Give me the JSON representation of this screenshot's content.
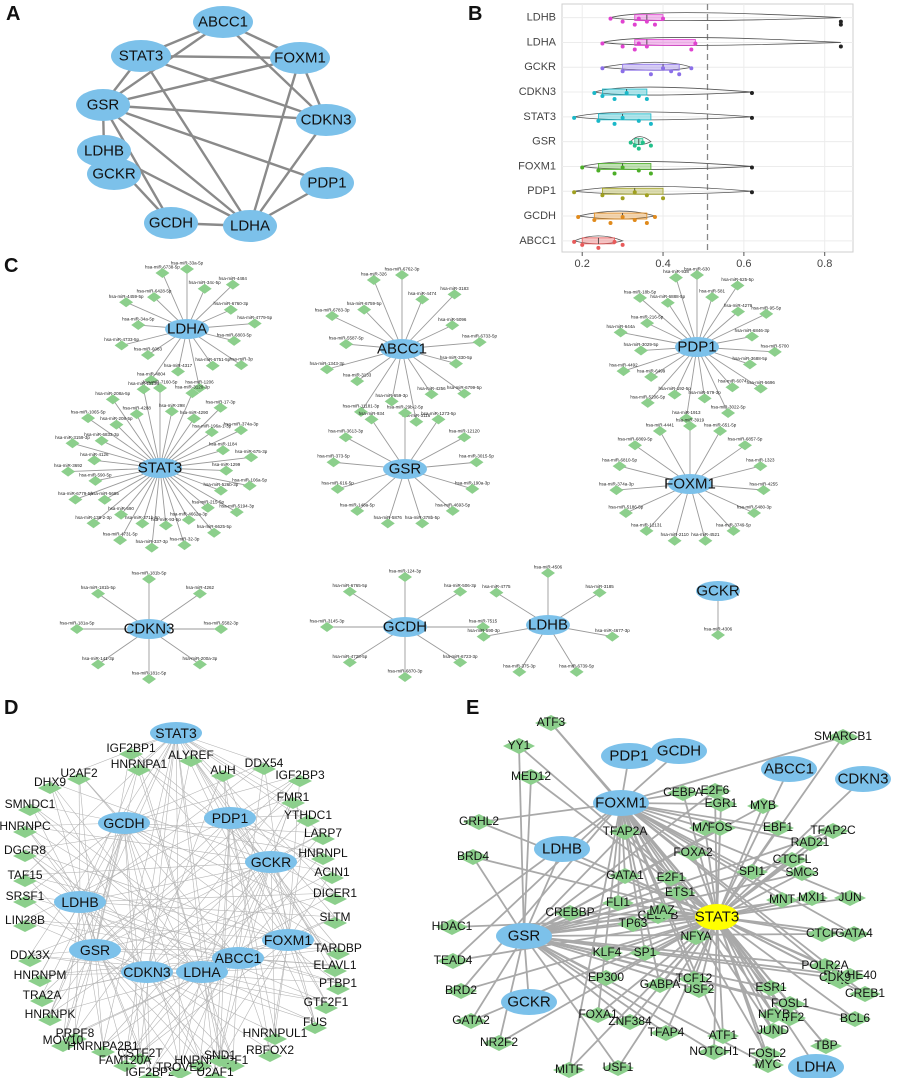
{
  "panels": [
    "A",
    "B",
    "C",
    "D",
    "E"
  ],
  "panelA": {
    "genes": [
      "ABCC1",
      "FOXM1",
      "CDKN3",
      "PDP1",
      "LDHA",
      "GCDH",
      "GCKR",
      "LDHB",
      "GSR",
      "STAT3"
    ],
    "edges": [
      [
        "ABCC1",
        "STAT3"
      ],
      [
        "ABCC1",
        "FOXM1"
      ],
      [
        "ABCC1",
        "GSR"
      ],
      [
        "ABCC1",
        "CDKN3"
      ],
      [
        "STAT3",
        "FOXM1"
      ],
      [
        "STAT3",
        "GSR"
      ],
      [
        "STAT3",
        "LDHA"
      ],
      [
        "STAT3",
        "CDKN3"
      ],
      [
        "FOXM1",
        "CDKN3"
      ],
      [
        "FOXM1",
        "LDHA"
      ],
      [
        "FOXM1",
        "GSR"
      ],
      [
        "CDKN3",
        "LDHA"
      ],
      [
        "CDKN3",
        "GSR"
      ],
      [
        "PDP1",
        "LDHA"
      ],
      [
        "GSR",
        "LDHB"
      ],
      [
        "GSR",
        "PDP1"
      ],
      [
        "GSR",
        "GCDH"
      ],
      [
        "GSR",
        "LDHA"
      ],
      [
        "LDHB",
        "LDHA"
      ],
      [
        "LDHB",
        "GCDH"
      ],
      [
        "GCDH",
        "LDHA"
      ]
    ]
  },
  "panelB": {
    "chart_data": {
      "type": "scatter",
      "categories": [
        "LDHB",
        "LDHA",
        "GCKR",
        "CDKN3",
        "STAT3",
        "GSR",
        "FOXM1",
        "PDP1",
        "GCDH",
        "ABCC1"
      ],
      "xticks": [
        "0.2",
        "0.4",
        "0.6",
        "0.8"
      ],
      "xlim": [
        0.15,
        0.87
      ],
      "reference_line": 0.51,
      "series": [
        {
          "category": "LDHB",
          "color": "#e043d0",
          "values": [
            0.27,
            0.3,
            0.33,
            0.34,
            0.36,
            0.38,
            0.4,
            0.84,
            0.84
          ]
        },
        {
          "category": "LDHA",
          "color": "#e043d0",
          "values": [
            0.25,
            0.3,
            0.33,
            0.34,
            0.36,
            0.47,
            0.48,
            0.84
          ]
        },
        {
          "category": "GCKR",
          "color": "#8b6fe8",
          "values": [
            0.25,
            0.3,
            0.37,
            0.4,
            0.42,
            0.44,
            0.47
          ]
        },
        {
          "category": "CDKN3",
          "color": "#1ab8c8",
          "values": [
            0.23,
            0.25,
            0.28,
            0.31,
            0.34,
            0.36,
            0.62
          ]
        },
        {
          "category": "STAT3",
          "color": "#1ab8c8",
          "values": [
            0.18,
            0.24,
            0.28,
            0.3,
            0.34,
            0.37,
            0.62
          ]
        },
        {
          "category": "GSR",
          "color": "#22c08a",
          "values": [
            0.32,
            0.33,
            0.34,
            0.35,
            0.37
          ]
        },
        {
          "category": "FOXM1",
          "color": "#4cae28",
          "values": [
            0.2,
            0.24,
            0.28,
            0.3,
            0.34,
            0.37,
            0.62
          ]
        },
        {
          "category": "PDP1",
          "color": "#a0a020",
          "values": [
            0.18,
            0.25,
            0.3,
            0.33,
            0.36,
            0.4,
            0.62
          ]
        },
        {
          "category": "GCDH",
          "color": "#e08a1c",
          "values": [
            0.19,
            0.23,
            0.27,
            0.3,
            0.33,
            0.36,
            0.38
          ]
        },
        {
          "category": "ABCC1",
          "color": "#e85a5a",
          "values": [
            0.18,
            0.2,
            0.24,
            0.28,
            0.3
          ]
        }
      ]
    }
  },
  "panelC": {
    "hubs": [
      "LDHA",
      "ABCC1",
      "PDP1",
      "STAT3",
      "GSR",
      "FOXM1",
      "CDKN3",
      "GCDH",
      "LDHB",
      "GCKR"
    ],
    "mirnas": {
      "LDHA": [
        "hsa-miR-33a-5p",
        "hsa-miR-34c-5p",
        "hsa-miR-4484",
        "hsa-miR-6760-3p",
        "hsa-miR-4779-5p",
        "hsa-miR-6803-5p",
        "hsa-miR-3p",
        "hsa-miR-6751-5p",
        "hsa-miR-1206",
        "hsa-miR-4317",
        "hsa-miR-4804",
        "hsa-miR-6083",
        "hsa-miR-4733-5p",
        "hsa-miR-34a-5p",
        "hsa-miR-4459-5p",
        "hsa-miR-6428-5p",
        "hsa-miR-6738-5p"
      ],
      "ABCC1": [
        "hsa-miR-6762-3p",
        "hsa-miR-4474",
        "hsa-miR-3183",
        "hsa-miR-5096",
        "hsa-miR-6733-5p",
        "hsa-miR-330-5p",
        "hsa-miR-6799-5p",
        "hsa-miR-4256",
        "hsa-miR-3116",
        "hsa-miR-659-3p",
        "hsa-miR-11181-3p",
        "hsa-miR-3133",
        "hsa-miR-1343-3p",
        "hsa-miR-5587-5p",
        "hsa-miR-6783-3p",
        "hsa-miR-6759-5p",
        "hsa-miR-326"
      ],
      "PDP1": [
        "hsa-miR-630",
        "hsa-miR-581",
        "hsa-miR-625-5p",
        "hsa-miR-4279",
        "hsa-miR-95-5p",
        "hsa-miR-6846-3p",
        "hsa-miR-5700",
        "hsa-miR-3688-5p",
        "hsa-miR-5696",
        "hsa-miR-6074",
        "hsa-miR-3022-5p",
        "hsa-miR-579-3p",
        "hsa-miR-1913",
        "hsa-miR-192-5p",
        "hsa-miR-5206-5p",
        "hsa-miR-6499",
        "hsa-miR-4492",
        "hsa-miR-3029-5p",
        "hsa-miR-644a",
        "hsa-miR-216-5p",
        "hsa-miR-18b-5p",
        "hsa-miR-6888-5p",
        "hsa-miR-938"
      ],
      "STAT3": [
        "hsa-miR-7160-5p",
        "hsa-miR-298",
        "hsa-miR-3120-3p",
        "hsa-miR-4290",
        "hsa-miR-17-3p",
        "hsa-miR-196a-1-3p",
        "hsa-miR-374a-3p",
        "hsa-miR-1184",
        "hsa-miR-675-3p",
        "hsa-miR-1299",
        "hsa-miR-106a-5p",
        "hsa-miR-526b-3p",
        "hsa-miR-5194-3p",
        "hsa-miR-215-5p",
        "hsa-miR-6625-5p",
        "hsa-miR-4662a-3p",
        "hsa-miR-32-3p",
        "hsa-miR-93-5p",
        "hsa-miR-337-3p",
        "hsa-miR-371b-5p",
        "hsa-miR-4731-5p",
        "hsa-miR-590",
        "hsa-miR-138-2-3p",
        "hsa-miR-5685",
        "hsa-miR-6779-5p",
        "hsa-miR-590-5p",
        "hsa-miR-3692",
        "hsa-miR-4126",
        "hsa-miR-3159-3p",
        "hsa-miR-6833-3p",
        "hsa-miR-1065-5p",
        "hsa-miR-208-5p",
        "hsa-miR-208a-5p",
        "hsa-miR-4288",
        "hsa-miR-12136"
      ],
      "GSR": [
        "hsa-miR-29b-2-5p",
        "hsa-miR-1273-5p",
        "hsa-miR-12120",
        "hsa-miR-3015-5p",
        "hsa-miR-190a-3p",
        "hsa-miR-4693-5p",
        "hsa-miR-378b-5p",
        "hsa-miR-5876",
        "hsa-miR-148a-5p",
        "hsa-miR-616-5p",
        "hsa-miR-373-5p",
        "hsa-miR-3613-3p",
        "hsa-miR-934"
      ],
      "FOXM1": [
        "hsa-miR-3919",
        "hsa-miR-651-5p",
        "hsa-miR-6857-5p",
        "hsa-miR-1323",
        "hsa-miR-4255",
        "hsa-miR-5480-3p",
        "hsa-miR-3749-5p",
        "hsa-miR-4521",
        "hsa-miR-2110",
        "hsa-miR-12131",
        "hsa-miR-5186-5p",
        "hsa-miR-374a-3p",
        "hsa-miR-6810-5p",
        "hsa-miR-6869-5p",
        "hsa-miR-4441"
      ],
      "CDKN3": [
        "hsa-miR-181b-5p",
        "hsa-miR-4262",
        "hsa-miR-5582-3p",
        "hsa-miR-200a-3p",
        "hsa-miR-181c-5p",
        "hsa-miR-141-3p",
        "hsa-miR-181a-5p",
        "hsa-miR-181b-5p"
      ],
      "GCDH": [
        "hsa-miR-124-3p",
        "hsa-miR-506-3p",
        "hsa-miR-7515",
        "hsa-miR-6723-3p",
        "hsa-miR-6870-3p",
        "hsa-miR-4728-5p",
        "hsa-miR-3145-3p",
        "hsa-miR-6765-5p"
      ],
      "LDHB": [
        "hsa-miR-4506",
        "hsa-miR-3185",
        "hsa-miR-4677-3p",
        "hsa-miR-6739-5p",
        "hsa-miR-375-3p",
        "hsa-miR-590-3p",
        "hsa-miR-4775"
      ],
      "GCKR": [
        "hsa-miR-4306"
      ]
    }
  },
  "panelD": {
    "hubs": [
      "STAT3",
      "GCDH",
      "PDP1",
      "GCKR",
      "LDHB",
      "FOXM1",
      "GSR",
      "ABCC1",
      "CDKN3",
      "LDHA"
    ],
    "rbps": [
      "IGF2BP1",
      "ALYREF",
      "U2AF2",
      "HNRNPA1",
      "AUH",
      "DDX54",
      "DHX9",
      "IGF2BP3",
      "SMNDC1",
      "FMR1",
      "YTHDC1",
      "HNRNPC",
      "LARP7",
      "DGCR8",
      "HNRNPL",
      "TAF15",
      "ACIN1",
      "SRSF1",
      "DICER1",
      "LIN28B",
      "SLTM",
      "DDX3X",
      "TARDBP",
      "HNRNPM",
      "ELAVL1",
      "TRA2A",
      "PTBP1",
      "HNRNPK",
      "GTF2F1",
      "PRPF8",
      "FUS",
      "HNRNPUL1",
      "MOV10",
      "HNRNPA2B1",
      "RBFOX2",
      "CSTF2T",
      "FAM120A",
      "HNRNPU",
      "UPF1",
      "SND1",
      "U2AF1",
      "IGF2BP2",
      "TROVE2"
    ]
  },
  "panelE": {
    "hubs": [
      "PDP1",
      "GCDH",
      "ABCC1",
      "CDKN3",
      "FOXM1",
      "LDHB",
      "GSR",
      "GCKR",
      "LDHA",
      "STAT3"
    ],
    "tfs": [
      "ATF3",
      "YY1",
      "SMARCB1",
      "MED12",
      "CEBPA",
      "E2F6",
      "EGR1",
      "MYB",
      "MAX",
      "FOS",
      "EBF1",
      "TFAP2A",
      "GRHL2",
      "TFAP2C",
      "RAD21",
      "CTCFL",
      "SPI1",
      "SMC3",
      "FOXA2",
      "BRD4",
      "GATA1",
      "E2F1",
      "MNT",
      "MXI1",
      "JUN",
      "ETS1",
      "FLI1",
      "CREBBP",
      "CEBPB",
      "MAZ",
      "HDAC1",
      "TP63",
      "NFYA",
      "CTCF",
      "GATA4",
      "KLF4",
      "SP1",
      "POLR2A",
      "ERG",
      "BHLHE40",
      "TEAD4",
      "CDK9",
      "CREB1",
      "EP300",
      "TCF12",
      "ESR1",
      "GABPA",
      "USF2",
      "BRD2",
      "FOSL1",
      "ATF2",
      "BCL6",
      "FOXA1",
      "ZNF384",
      "NFYB",
      "GATA2",
      "JUND",
      "TFAP4",
      "ATF1",
      "NR2F2",
      "TBP",
      "NOTCH1",
      "FOSL2",
      "MYC",
      "MITF",
      "USF1"
    ]
  },
  "colors": {
    "gene_node": "#7cc1ea",
    "partner_node": "#8ccf8c",
    "highlight_node": "#ffff00"
  }
}
